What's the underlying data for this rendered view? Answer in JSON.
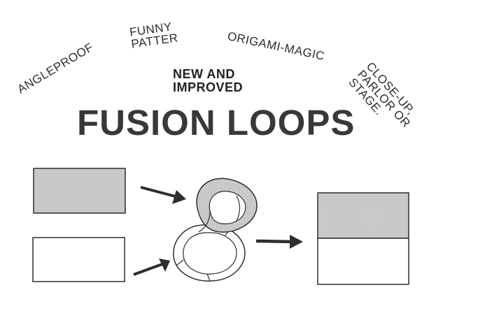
{
  "labels": {
    "angleproof": "ANGLEPROOF",
    "funny_patter": [
      "FUNNY",
      "PATTER"
    ],
    "origami_magic": "ORIGAMI-MAGIC",
    "close_up": [
      "CLOSE-UP,",
      "PARLOR OR",
      "STAGE."
    ],
    "new_and_improved": [
      "NEW AND",
      "IMPROVED"
    ]
  },
  "title": "FUSION LOOPS",
  "colors": {
    "ink": "#2e2e2e",
    "shaded_paper": "#c9c9c9",
    "white_paper": "#ffffff"
  }
}
